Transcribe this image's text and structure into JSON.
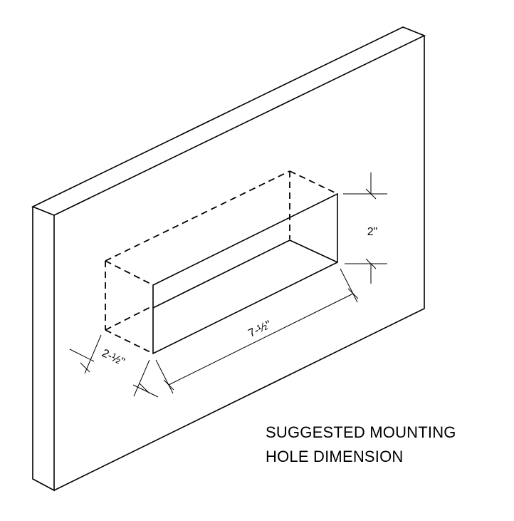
{
  "dimensions": {
    "height": "2\"",
    "length": "7-½\"",
    "depth": "2-½\""
  },
  "caption": {
    "line1": "SUGGESTED MOUNTING",
    "line2": "HOLE DIMENSION"
  }
}
